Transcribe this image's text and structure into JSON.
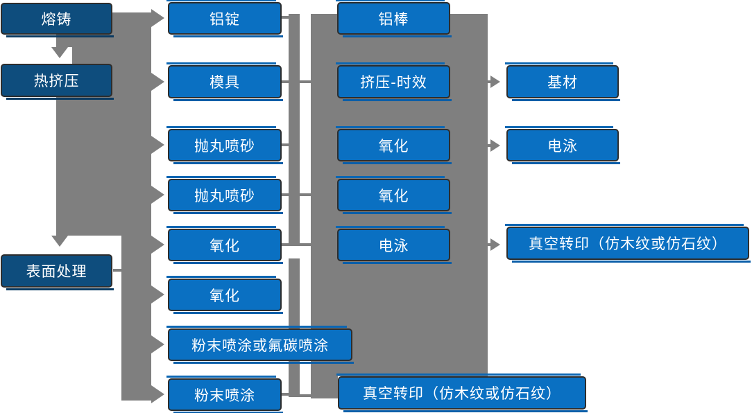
{
  "flowchart": {
    "stages": [
      "熔铸",
      "热挤压",
      "表面处理"
    ],
    "processes": [
      "铝锭",
      "模具",
      "抛丸喷砂",
      "抛丸喷砂",
      "氧化",
      "氧化",
      "粉末喷涂或氟碳喷涂",
      "粉末喷涂"
    ],
    "middle": [
      "铝棒",
      "挤压-时效",
      "氧化",
      "氧化",
      "电泳"
    ],
    "middle_bottom": "真空转印（仿木纹或仿石纹）",
    "outputs": [
      "基材",
      "电泳",
      "真空转印（仿木纹或仿石纹）"
    ],
    "colors": {
      "stage_fill": "#0e4d7d",
      "node_fill": "#0a70c2",
      "node_border": "#2d2d2d",
      "connector_gray": "#7f7f7f",
      "text": "#ffffff"
    }
  }
}
